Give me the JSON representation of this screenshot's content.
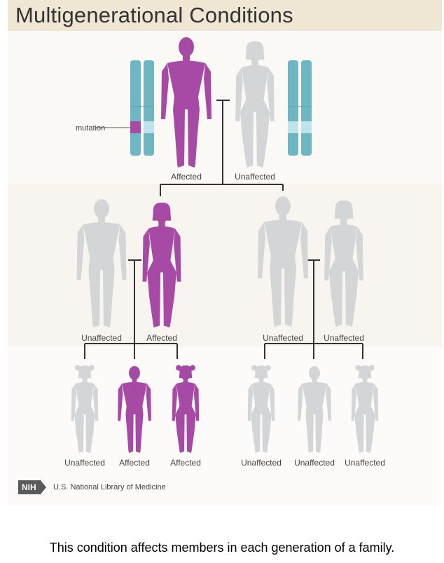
{
  "title": "Multigenerational Conditions",
  "mutation_label": "mutation",
  "colors": {
    "affected": "#a74aa5",
    "unaffected": "#d3d5d6",
    "chromosome": "#6fb6c4",
    "line": "#333333"
  },
  "generations": {
    "grandparents": [
      {
        "sex": "male",
        "status": "Affected"
      },
      {
        "sex": "female",
        "status": "Unaffected"
      }
    ],
    "parents": [
      {
        "sex": "male",
        "status": "Unaffected"
      },
      {
        "sex": "female",
        "status": "Affected"
      },
      {
        "sex": "male",
        "status": "Unaffected"
      },
      {
        "sex": "female",
        "status": "Unaffected"
      }
    ],
    "children": [
      {
        "sex": "girl",
        "status": "Unaffected"
      },
      {
        "sex": "boy",
        "status": "Affected"
      },
      {
        "sex": "girl",
        "status": "Affected"
      },
      {
        "sex": "girl",
        "status": "Unaffected"
      },
      {
        "sex": "boy",
        "status": "Unaffected"
      },
      {
        "sex": "girl",
        "status": "Unaffected"
      }
    ]
  },
  "footer": {
    "logo": "NIH",
    "agency": "U.S. National Library of Medicine"
  },
  "caption": "This condition affects members in each generation of a family."
}
